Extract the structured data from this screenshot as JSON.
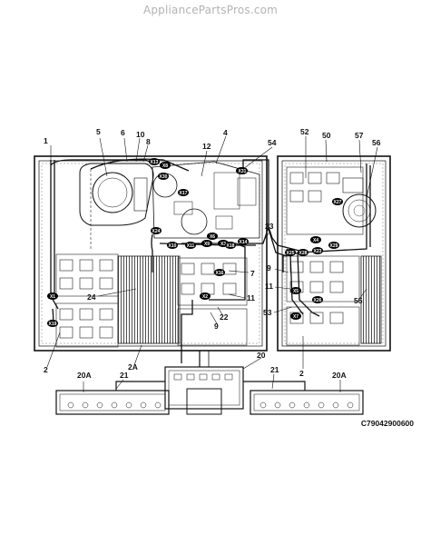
{
  "watermark": "AppliancePartsPros.com",
  "diagram_code": "C79042900600",
  "callouts": {
    "c1": "1",
    "c6": "6",
    "c10": "10",
    "c8": "8",
    "c5": "5",
    "c12": "12",
    "c4": "4",
    "c54": "54",
    "c52": "52",
    "c50": "50",
    "c57": "57",
    "c56": "56",
    "c23": "23",
    "c9a": "9",
    "c11a": "11",
    "c7": "7",
    "c11b": "11",
    "c24": "24",
    "c22": "22",
    "c9b": "9",
    "c53": "53",
    "c55": "55",
    "c2a": "2",
    "c2A": "2A",
    "c20": "20",
    "c2b": "2",
    "c21a": "21",
    "c21b": "21",
    "c20Aa": "20A",
    "c20Ab": "20A"
  },
  "connector_badges": [
    "X13",
    "X8",
    "X30",
    "X17",
    "X15",
    "X24",
    "X10",
    "X11",
    "X6",
    "X9",
    "X3",
    "X16",
    "X1",
    "X2",
    "X19",
    "X18",
    "X14",
    "X31",
    "X27",
    "X25",
    "X28",
    "X23",
    "X4",
    "X5",
    "X26",
    "X7",
    "X29"
  ]
}
